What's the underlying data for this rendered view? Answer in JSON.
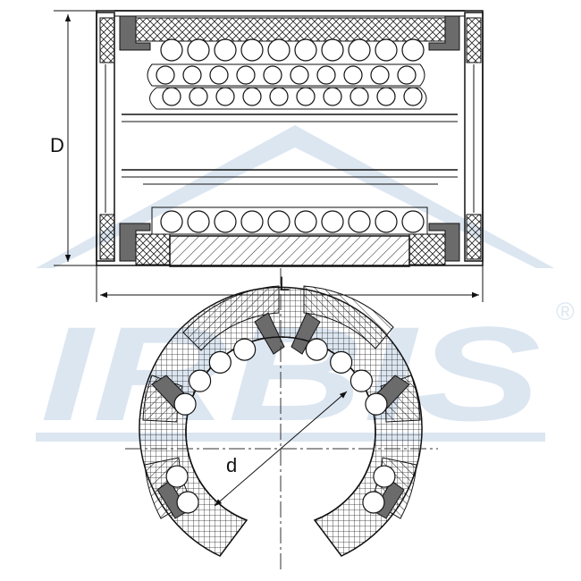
{
  "watermark": {
    "brand": "IRBIS",
    "registered_mark": "®",
    "color": "#dce6f1"
  },
  "dimensions": {
    "outer_diameter_label": "D",
    "length_label": "L",
    "bore_diameter_label": "d"
  },
  "colors": {
    "line": "#111111",
    "steel": "#6b6b6b",
    "centerline": "#333333"
  }
}
